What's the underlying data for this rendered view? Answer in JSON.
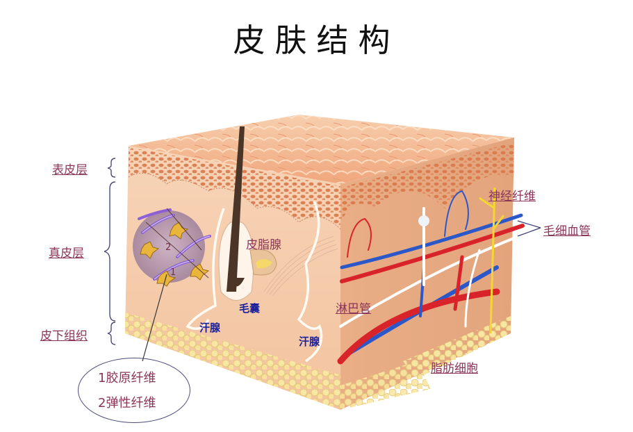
{
  "title": "皮肤结构",
  "layers": {
    "epidermis": "表皮层",
    "dermis": "真皮层",
    "subcutaneous": "皮下组织"
  },
  "structures": {
    "sebaceous_gland": "皮脂腺",
    "hair_follicle": "毛囊",
    "sweat_gland_left": "汗腺",
    "sweat_gland_right": "汗腺",
    "nerve_fiber": "神经纤维",
    "capillaries": "毛细血管",
    "lymph_vessel": "淋巴管",
    "fat_cells": "脂肪细胞"
  },
  "legend": {
    "item1": "1胶原纤维",
    "item2": "2弹性纤维"
  },
  "inset_markers": {
    "one": "1",
    "two": "2"
  },
  "colors": {
    "skin_face": "#f2c09a",
    "skin_top": "#f3b58d",
    "epidermis_dots": "#d9774a",
    "fat": "#f6e29a",
    "artery": "#d8232a",
    "vein": "#2c57c8",
    "lymph": "#ffffff",
    "nerve": "#f5d630",
    "label_text": "#8a3558",
    "blue_label": "#1a1f9c"
  }
}
